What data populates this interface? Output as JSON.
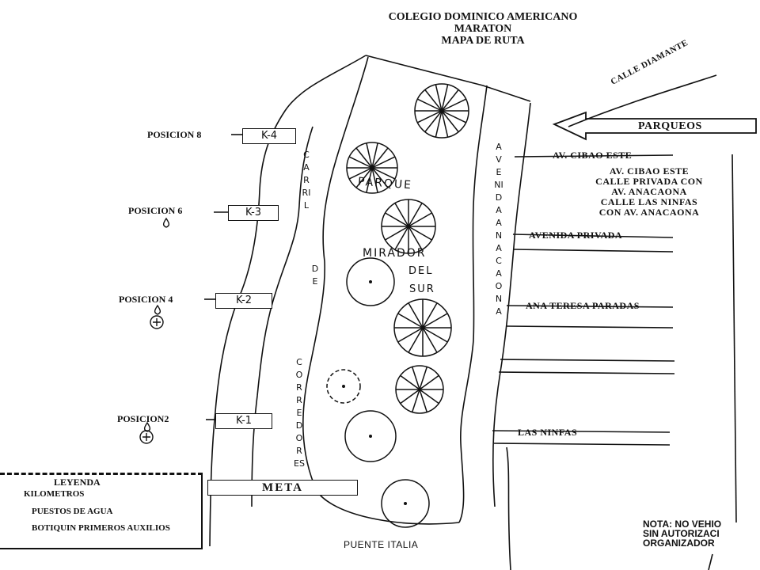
{
  "title": {
    "line1": "COLEGIO DOMINICO AMERICANO",
    "line2": "MARATON",
    "line3": "MAPA DE RUTA"
  },
  "streets": {
    "calle_diamante": "CALLE DIAMANTE",
    "parqueos": "PARQUEOS",
    "av_cibao_este": "AV. CIBAO ESTE",
    "cibao_block": [
      "AV. CIBAO ESTE",
      "CALLE PRIVADA CON",
      "AV. ANACAONA",
      "CALLE LAS NINFAS",
      "CON AV. ANACAONA"
    ],
    "avenida_privada": "AVENIDA PRIVADA",
    "ana_teresa": "ANA TERESA PARADAS",
    "las_ninfas": "LAS NINFAS",
    "puente_italia": "PUENTE ITALIA",
    "avenida_anacaona": "AVENIDA ANACAONA",
    "carril": "CARRIL",
    "de": "DE",
    "corredores": "CORREDORES"
  },
  "park": {
    "parque": "PARQUE",
    "mirador": "MIRADOR",
    "del": "DEL",
    "sur": "SUR"
  },
  "positions": [
    "POSICION 8",
    "POSICION 6",
    "POSICION 4",
    "POSICION2"
  ],
  "markers": [
    "K-4",
    "K-3",
    "K-2",
    "K-1"
  ],
  "meta": "META",
  "legend": {
    "title": "LEYENDA",
    "items": [
      "KILOMETROS",
      "PUESTOS DE AGUA",
      "BOTIQUIN PRIMEROS AUXILIOS"
    ]
  },
  "note": [
    "NOTA: NO VEHIO",
    "SIN AUTORIZACI",
    "ORGANIZADOR"
  ]
}
